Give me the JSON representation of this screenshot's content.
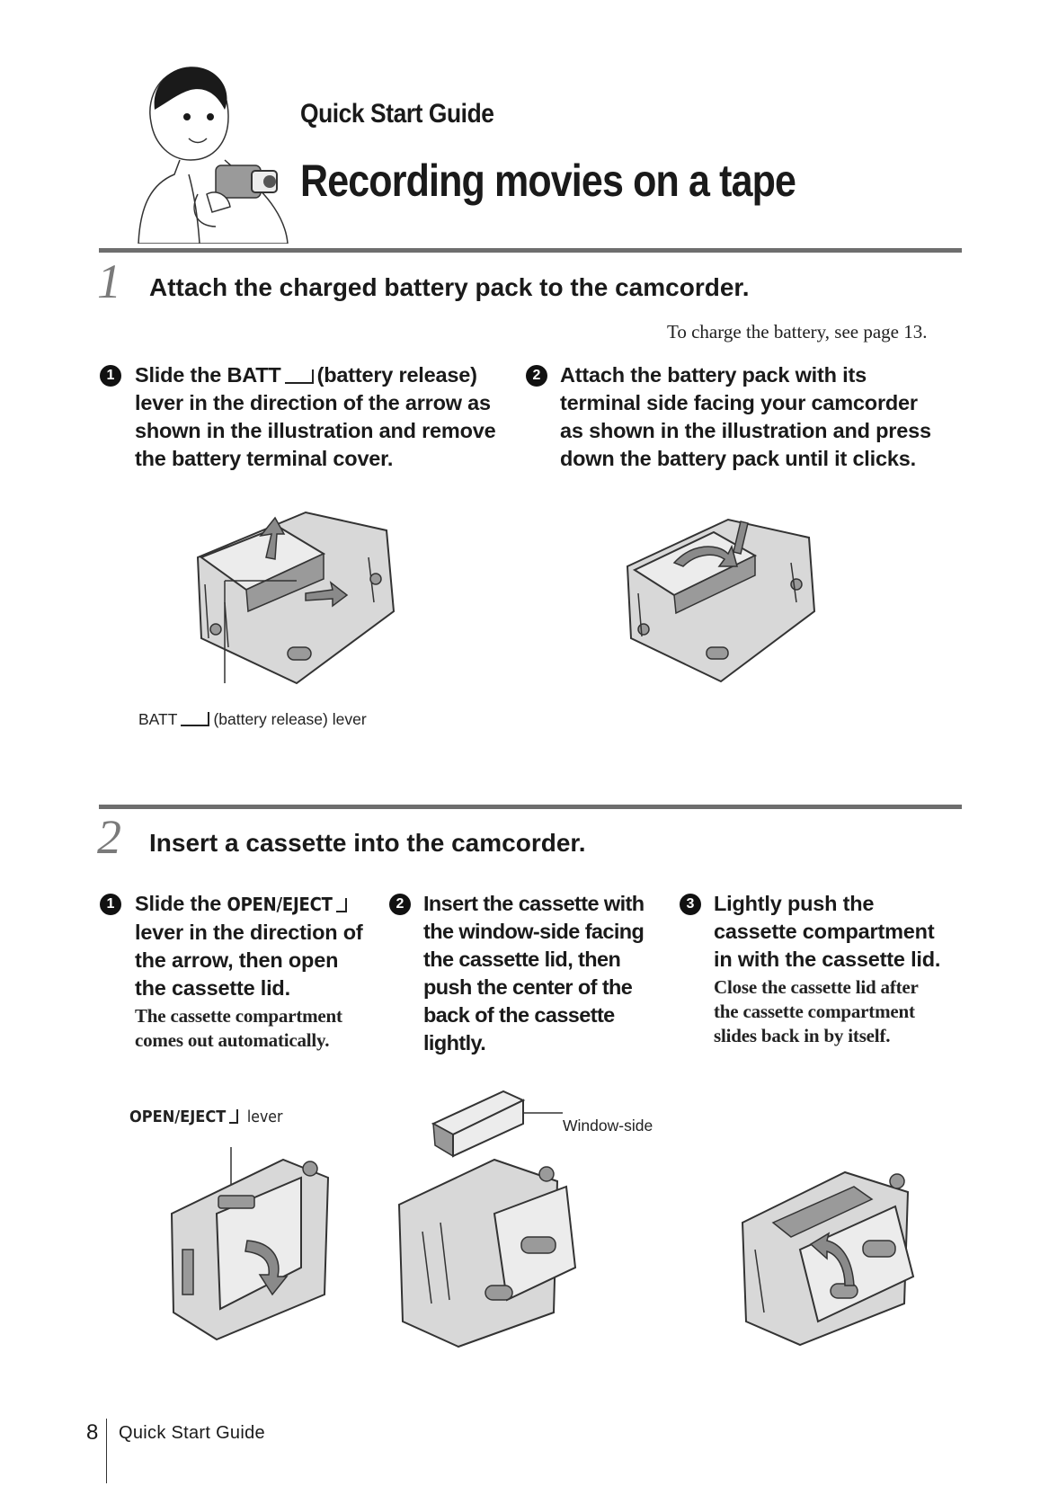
{
  "header": {
    "kicker": "Quick Start Guide",
    "title": "Recording movies on a tape"
  },
  "step1": {
    "number": "1",
    "title": "Attach the charged battery pack to the camcorder.",
    "note": "To charge the battery, see page 13.",
    "sub1": {
      "badge": "1",
      "line1_a": "Slide the BATT",
      "line1_b": "(battery release)",
      "line2": "lever in the direction of the arrow as",
      "line3": "shown in the illustration and remove",
      "line4": "the battery terminal cover."
    },
    "sub2": {
      "badge": "2",
      "line1": "Attach the battery pack with its",
      "line2": "terminal side facing your camcorder",
      "line3": "as shown in the illustration and press",
      "line4": "down the battery pack until it clicks."
    },
    "caption_a": "BATT",
    "caption_b": "(battery release) lever"
  },
  "step2": {
    "number": "2",
    "title": "Insert a cassette into the camcorder.",
    "sub1": {
      "badge": "1",
      "line1_a": "Slide the",
      "line1_b": "OPEN/EJECT",
      "line2": "lever in the direction of",
      "line3": "the arrow, then open",
      "line4": "the cassette lid.",
      "note1": "The cassette compartment",
      "note2": "comes out automatically."
    },
    "sub2": {
      "badge": "2",
      "line1": "Insert the cassette with",
      "line2": "the window-side facing",
      "line3": "the cassette lid, then",
      "line4": "push the center of the",
      "line5": "back of the cassette",
      "line6": "lightly."
    },
    "sub3": {
      "badge": "3",
      "line1": "Lightly push the",
      "line2": "cassette compartment",
      "line3": "in with the cassette lid.",
      "note1": "Close the cassette lid after",
      "note2": "the cassette compartment",
      "note3": "slides back in by itself."
    },
    "caption_lever_a": "OPEN/EJECT",
    "caption_lever_b": "lever",
    "caption_window": "Window-side"
  },
  "footer": {
    "page_number": "8",
    "label": "Quick Start Guide"
  }
}
